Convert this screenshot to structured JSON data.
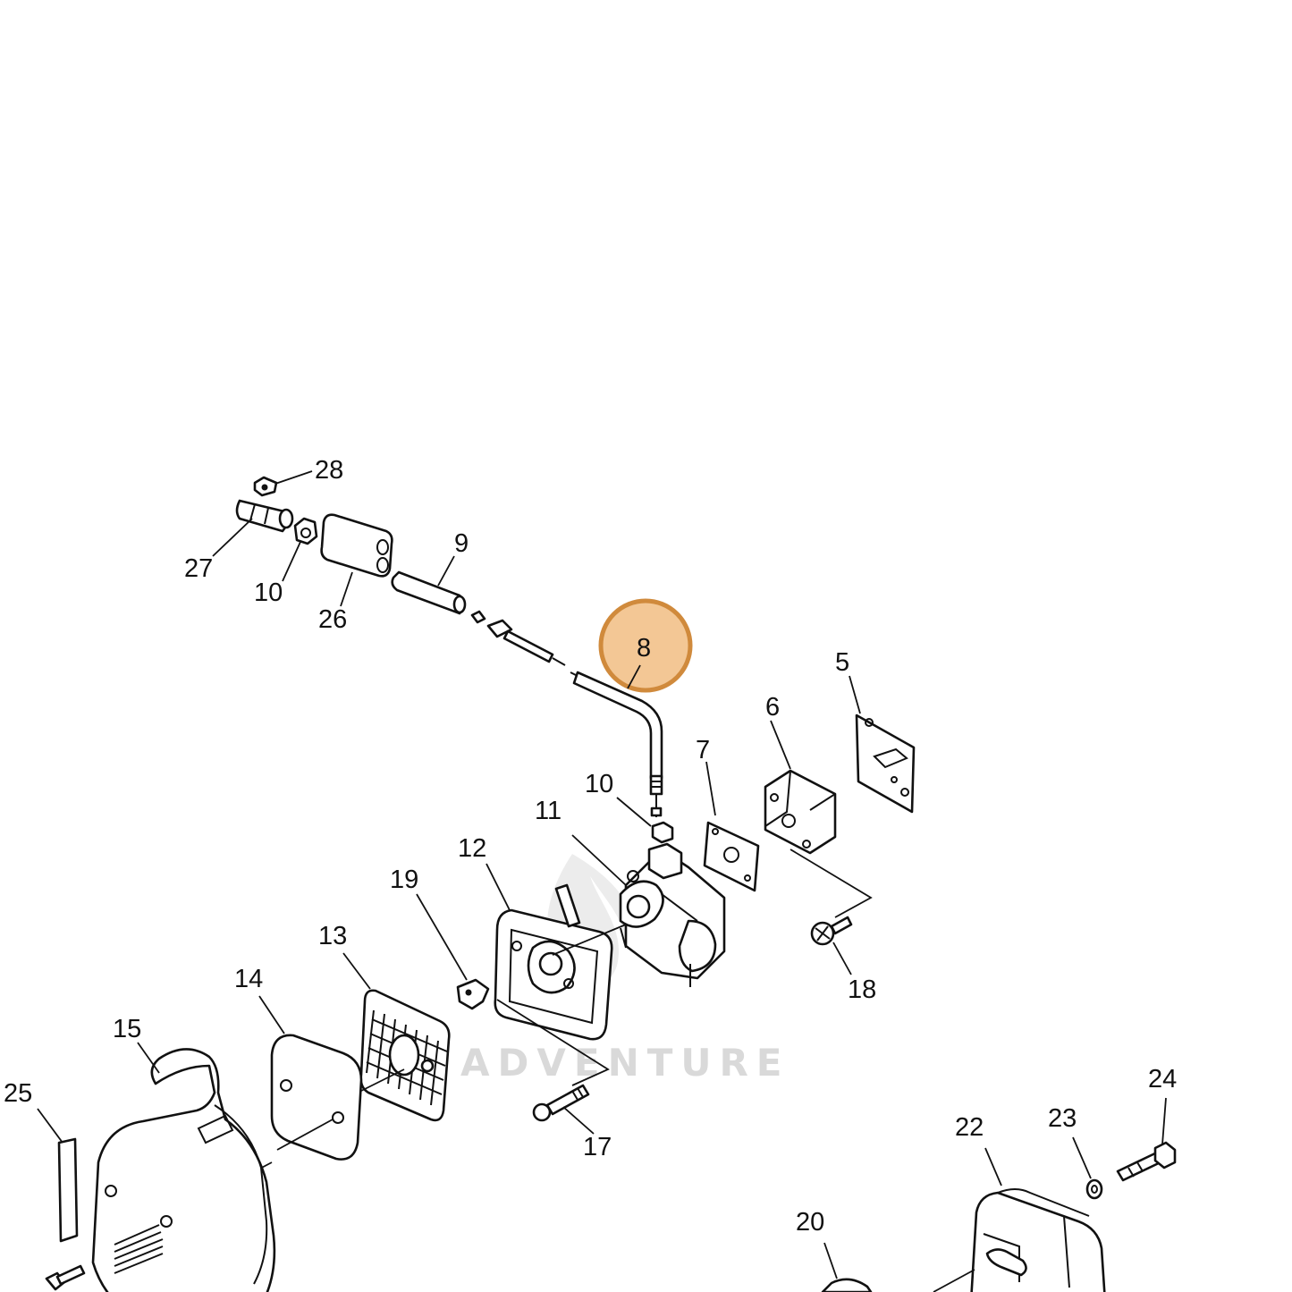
{
  "watermark": {
    "text": "ADVENTURE",
    "icon": "flame-logo-icon"
  },
  "highlight": {
    "label": "8",
    "ring_color": "#d08a3c",
    "fill_color": "#f3c795"
  },
  "labels": {
    "p28": "28",
    "p27": "27",
    "p10a": "10",
    "p26": "26",
    "p9": "9",
    "p5": "5",
    "p6": "6",
    "p7": "7",
    "p10b": "10",
    "p11": "11",
    "p12": "12",
    "p19": "19",
    "p13": "13",
    "p14": "14",
    "p15": "15",
    "p25": "25",
    "p18": "18",
    "p17": "17",
    "p24": "24",
    "p22": "22",
    "p23": "23",
    "p20": "20"
  },
  "colors": {
    "line": "#111111",
    "paper": "#ffffff",
    "watermark": "#d9d9d9"
  }
}
